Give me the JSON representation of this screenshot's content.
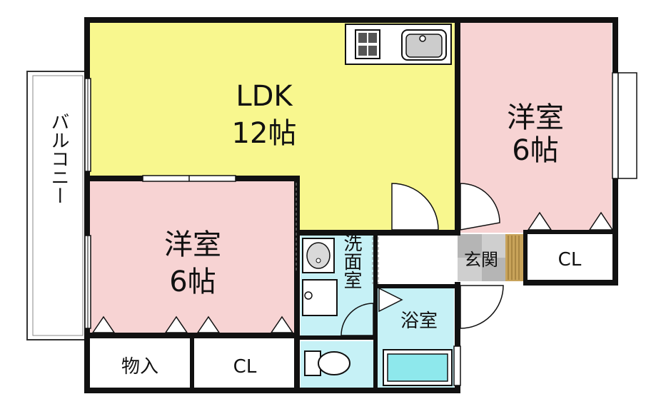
{
  "rooms": {
    "ldk": {
      "name": "LDK",
      "size": "12帖"
    },
    "western_right": {
      "name": "洋室",
      "size": "6帖"
    },
    "western_left": {
      "name": "洋室",
      "size": "6帖"
    },
    "closet_right": {
      "label": "CL"
    },
    "closet_bottom": {
      "label": "CL"
    },
    "storage": {
      "label": "物入"
    },
    "entrance": {
      "label": "玄関"
    },
    "washroom": {
      "label": "洗面室"
    },
    "bathroom": {
      "label": "浴室"
    },
    "balcony": {
      "label": "バルコニー"
    }
  },
  "colors": {
    "ldk": "#f8f78e",
    "western": "#f7d3d3",
    "wet_area": "#c6f1f6",
    "wall": "#111111",
    "balcony": "#ffffff",
    "entrance_floor": "#bbbbbb",
    "step": "#c8a35a"
  }
}
